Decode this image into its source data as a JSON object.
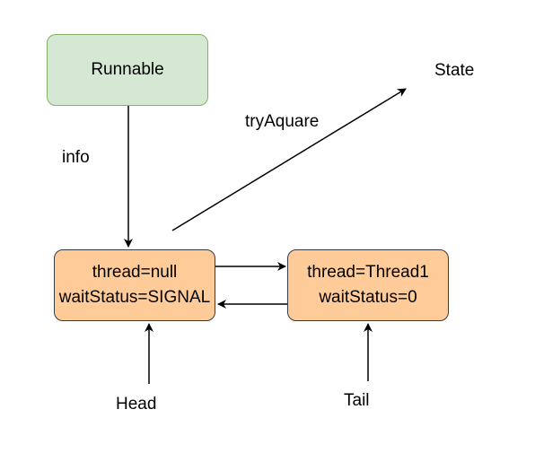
{
  "nodes": {
    "runnable": {
      "label": "Runnable"
    },
    "head_node": {
      "line1": "thread=null",
      "line2": "waitStatus=SIGNAL"
    },
    "tail_node": {
      "line1": "thread=Thread1",
      "line2": "waitStatus=0"
    }
  },
  "labels": {
    "state": "State",
    "try_acquire": "tryAquare",
    "info": "info",
    "head": "Head",
    "tail": "Tail"
  },
  "colors": {
    "green_fill": "#d5e8d4",
    "green_stroke": "#82b366",
    "orange_fill": "#ffcc99",
    "orange_stroke": "#36393d"
  }
}
